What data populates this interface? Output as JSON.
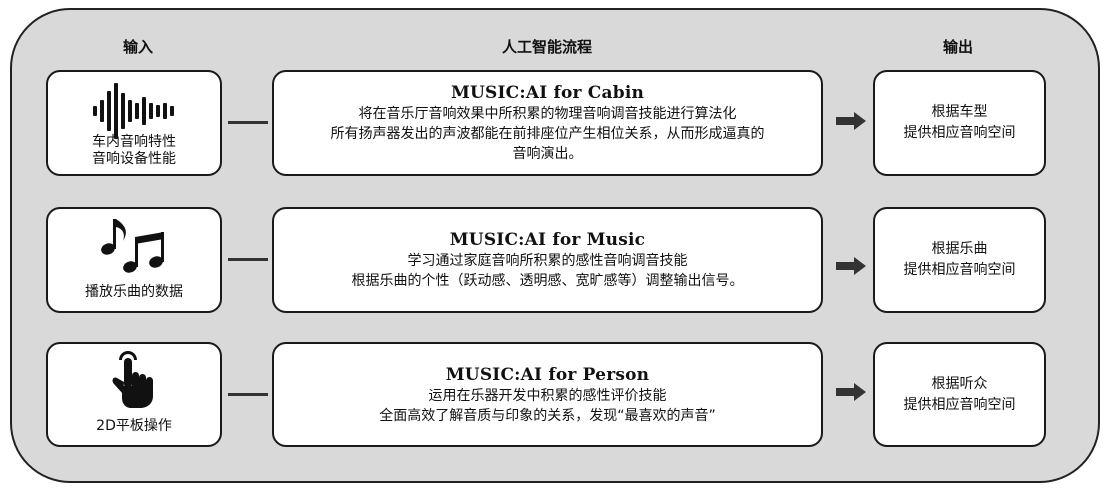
{
  "headers": {
    "input": "输入",
    "process": "人工智能流程",
    "output": "输出"
  },
  "rows": [
    {
      "icon": "sound-wave-icon",
      "input_lines": [
        "车内音响特性",
        "音响设备性能"
      ],
      "title": "MUSIC:AI for Cabin",
      "desc": [
        "将在音乐厅音响效果中所积累的物理音响调音技能进行算法化",
        "所有扬声器发出的声波都能在前排座位产生相位关系，从而形成逼真的",
        "音响演出。"
      ],
      "output_lines": [
        "根据车型",
        "提供相应音响空间"
      ]
    },
    {
      "icon": "music-notes-icon",
      "input_lines": [
        "播放乐曲的数据"
      ],
      "title": "MUSIC:AI for Music",
      "desc": [
        "学习通过家庭音响所积累的感性音响调音技能",
        "根据乐曲的个性（跃动感、透明感、宽旷感等）调整输出信号。"
      ],
      "output_lines": [
        "根据乐曲",
        "提供相应音响空间"
      ]
    },
    {
      "icon": "touch-hand-icon",
      "input_lines": [
        "2D平板操作"
      ],
      "title": "MUSIC:AI for Person",
      "desc": [
        "运用在乐器开发中积累的感性评价技能",
        "全面高效了解音质与印象的关系，发现“最喜欢的声音”"
      ],
      "output_lines": [
        "根据听众",
        "提供相应音响空间"
      ]
    }
  ],
  "colors": {
    "panel": "#d9d9d9",
    "box": "#ffffff",
    "stroke": "#1a1a1a",
    "arrow": "#333333"
  }
}
